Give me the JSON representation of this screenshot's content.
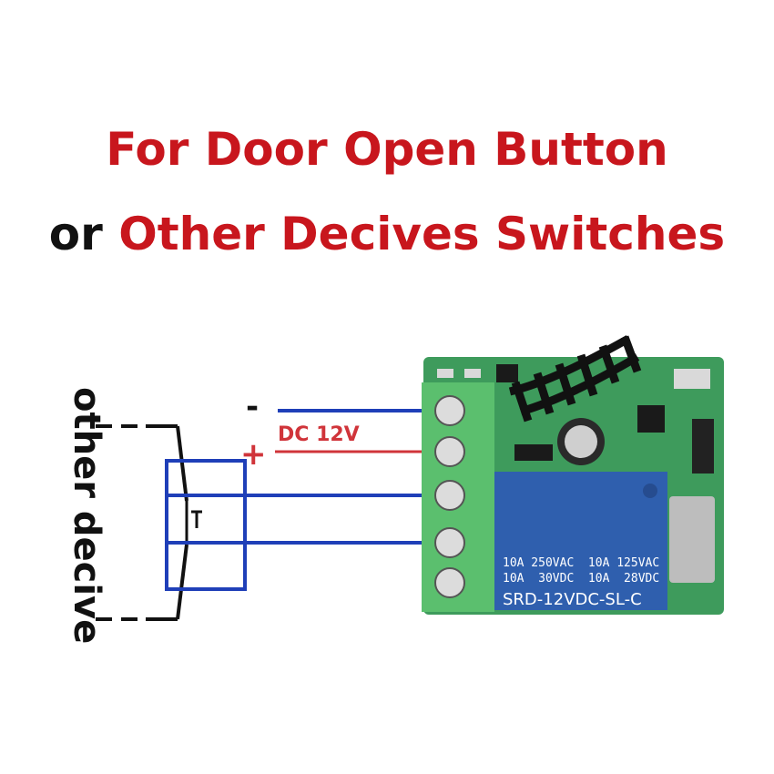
{
  "headline": {
    "line1": "For Door Open Button",
    "line2_prefix": "or ",
    "line2_main": "Other Decives Switches"
  },
  "side_label": "other decive",
  "power": {
    "minus": "-",
    "plus": "+",
    "voltage": "DC 12V"
  },
  "relay": {
    "rating_row1": "10A 250VAC  10A 125VAC",
    "rating_row2": "10A  30VDC  10A  28VDC",
    "model": "SRD-12VDC-SL-C"
  },
  "colors": {
    "title_red": "#c8161d",
    "title_black": "#111111",
    "wire_blue": "#1f3fb8",
    "wire_red": "#d0343a",
    "pcb_green": "#3e9b5c",
    "terminal_green": "#5bbf6e",
    "relay_blue": "#2f5fae"
  }
}
